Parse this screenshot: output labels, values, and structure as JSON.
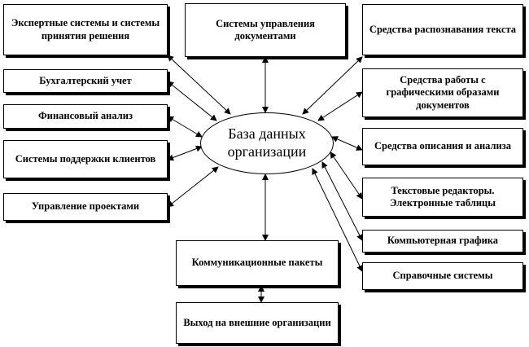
{
  "center": {
    "line1": "База данных",
    "line2": "организации"
  },
  "left": [
    "Экспертные системы и системы принятия решения",
    "Бухгалтерский  учет",
    "Финансовый анализ",
    "Системы поддержки клиентов",
    "Управление проектами"
  ],
  "top": "Системы управления документами",
  "bottom": [
    "Коммуникационные пакеты",
    "Выход  на внешние организации"
  ],
  "right": [
    "Средства распознавания текста",
    "Средства работы с графическими  образами документов",
    "Средства описания и анализа",
    "Текстовые редакторы. Электронные таблицы",
    "Компьютерная графика",
    "Справочные системы"
  ]
}
